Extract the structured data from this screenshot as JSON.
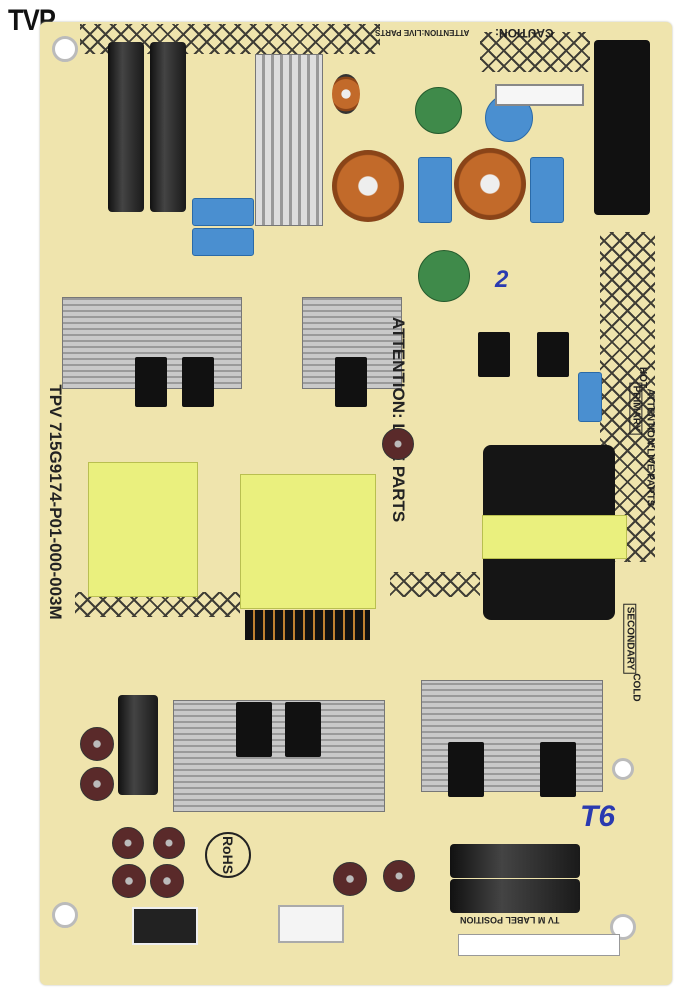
{
  "logo": "TVP",
  "board": {
    "part_number": "TPV 715G9174-P01-000-003M",
    "attention_center": "ATTENTION: LIVE PARTS",
    "attention_top": "ATTENTION:LIVE PARTS",
    "attention_right": "ATTENTION:LIVE PARTS",
    "caution": "CAUTION:",
    "hot": "HOT",
    "primary": "PRIMARY",
    "secondary": "SECONDARY",
    "cold": "COLD",
    "rohs": "RoHS",
    "handwritten_1": "2",
    "handwritten_2": "T6",
    "position_label": "TV M LABEL POSITION"
  },
  "colors": {
    "board": "#efe4ad",
    "transformer": "#eaf07e",
    "capacitor_blue": "#4a8fd0",
    "heatsink": "#b5b5b5"
  }
}
